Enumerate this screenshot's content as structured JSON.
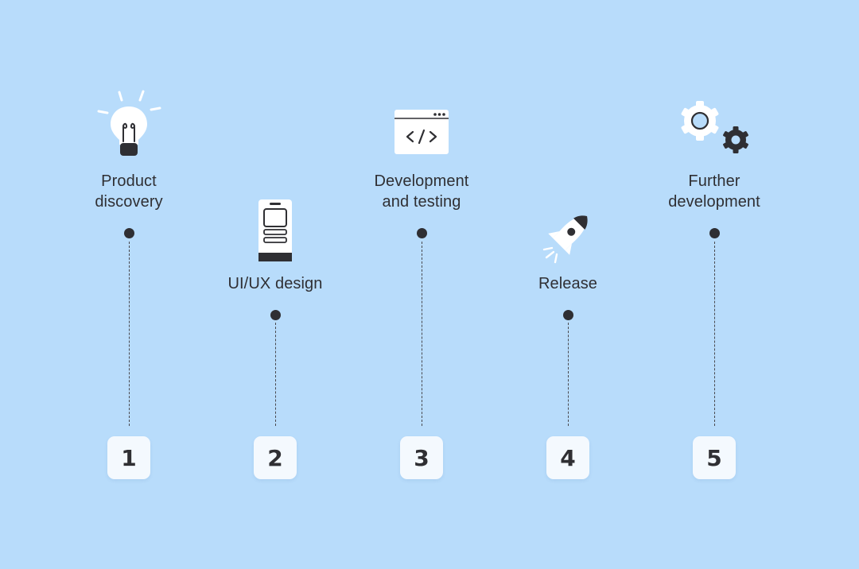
{
  "steps": [
    {
      "number": "1",
      "label": "Product\ndiscovery",
      "icon": "lightbulb-icon"
    },
    {
      "number": "2",
      "label": "UI/UX design",
      "icon": "smartphone-icon"
    },
    {
      "number": "3",
      "label": "Development\nand testing",
      "icon": "code-window-icon"
    },
    {
      "number": "4",
      "label": "Release",
      "icon": "rocket-icon"
    },
    {
      "number": "5",
      "label": "Further\ndevelopment",
      "icon": "gears-icon"
    }
  ],
  "colors": {
    "background": "#b8dcfb",
    "ink": "#2f2f33",
    "card": "#f4f9fe"
  }
}
